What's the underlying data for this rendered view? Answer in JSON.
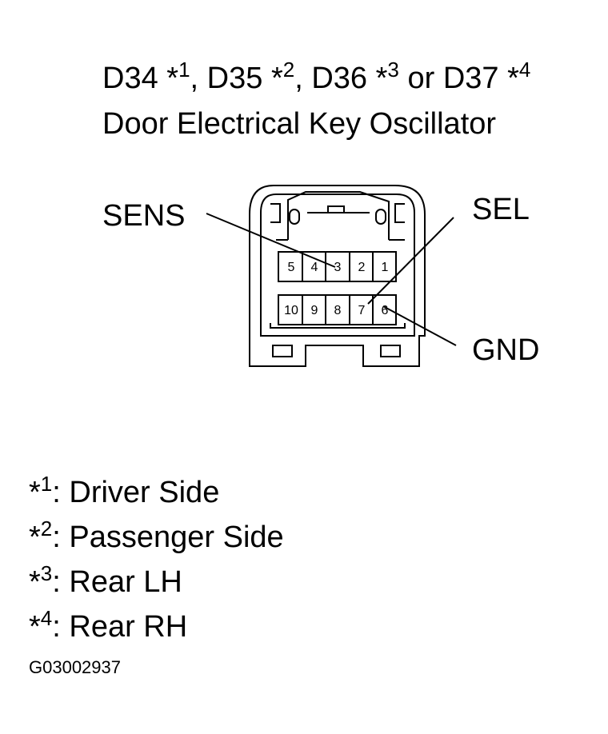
{
  "title": {
    "line1": [
      {
        "code": "D34",
        "mark": "*1"
      },
      {
        "code": "D35",
        "mark": "*2"
      },
      {
        "code": "D36",
        "mark": "*3"
      },
      {
        "code": "D37",
        "mark": "*4"
      }
    ],
    "sep_comma": ",",
    "sep_or": "or",
    "line2": "Door Electrical Key Oscillator"
  },
  "connector": {
    "top_row_pins": [
      "5",
      "4",
      "3",
      "2",
      "1"
    ],
    "bottom_row_pins": [
      "10",
      "9",
      "8",
      "7",
      "6"
    ]
  },
  "callouts": {
    "sens": "SENS",
    "sel": "SEL",
    "gnd": "GND"
  },
  "legend": [
    {
      "star": "*",
      "num": "1",
      "text": ": Driver Side"
    },
    {
      "star": "*",
      "num": "2",
      "text": ": Passenger Side"
    },
    {
      "star": "*",
      "num": "3",
      "text": ": Rear LH"
    },
    {
      "star": "*",
      "num": "4",
      "text": ": Rear RH"
    }
  ],
  "figure_id": "G03002937"
}
